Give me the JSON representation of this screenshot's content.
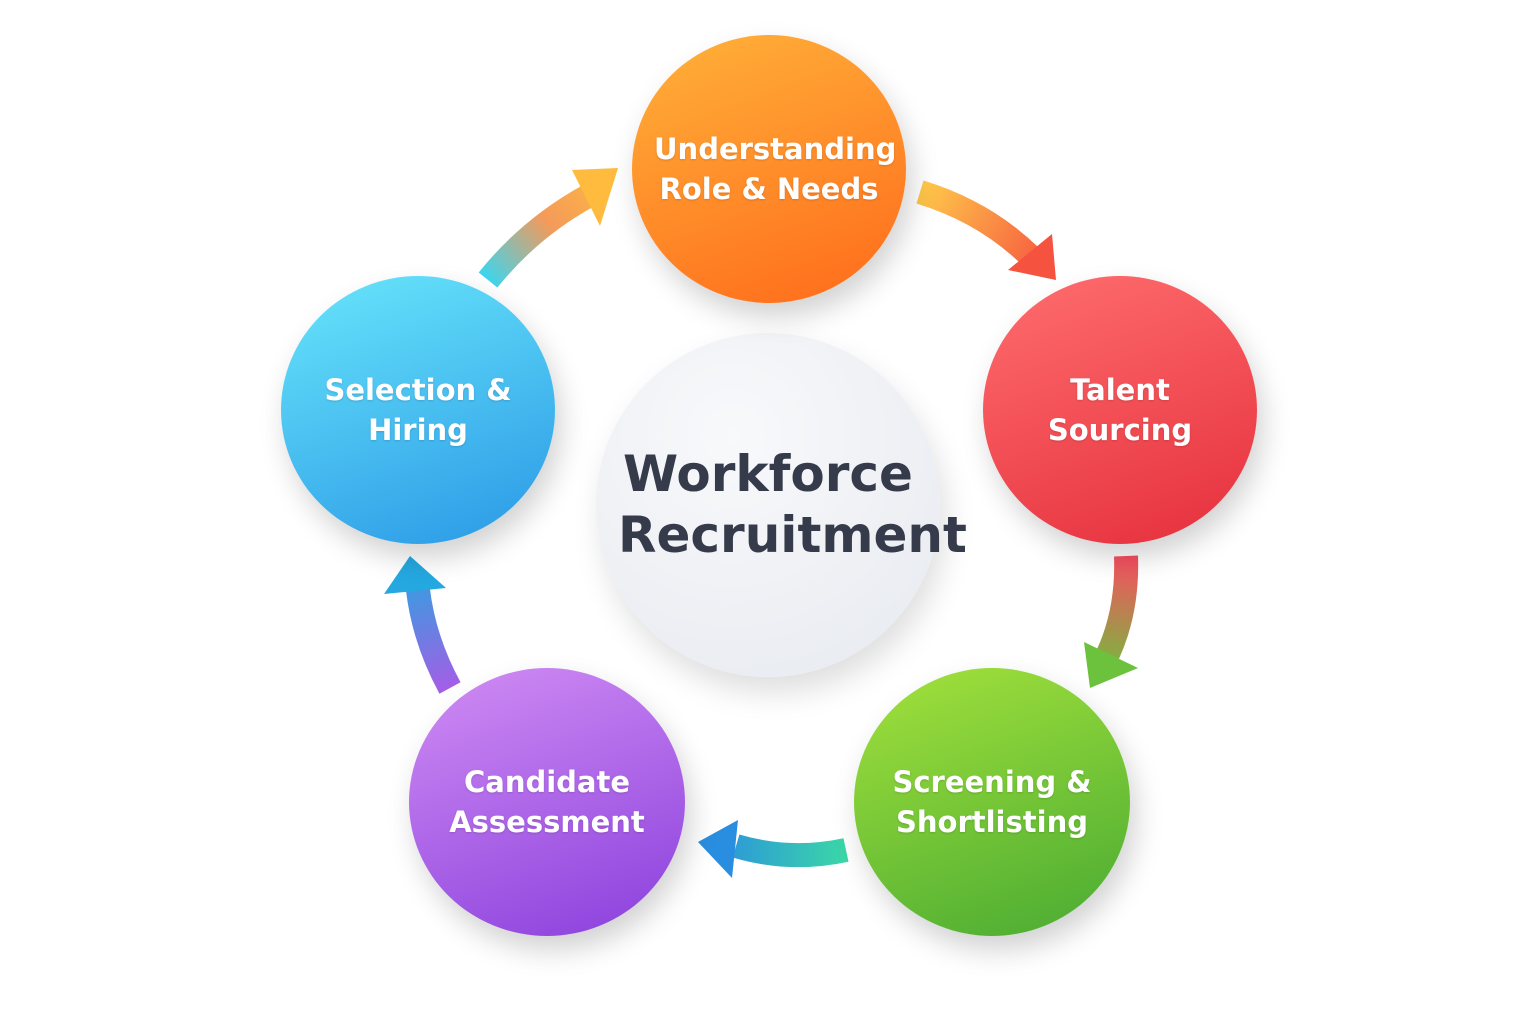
{
  "center": {
    "title": "Workforce Recruitment"
  },
  "steps": [
    {
      "label": "Understanding Role & Needs",
      "color": "#ff8a24"
    },
    {
      "label": "Talent Sourcing",
      "color": "#f04a50"
    },
    {
      "label": "Screening & Shortlisting",
      "color": "#72c436"
    },
    {
      "label": "Candidate Assessment",
      "color": "#ac62e6"
    },
    {
      "label": "Selection & Hiring",
      "color": "#3cbcf0"
    }
  ]
}
